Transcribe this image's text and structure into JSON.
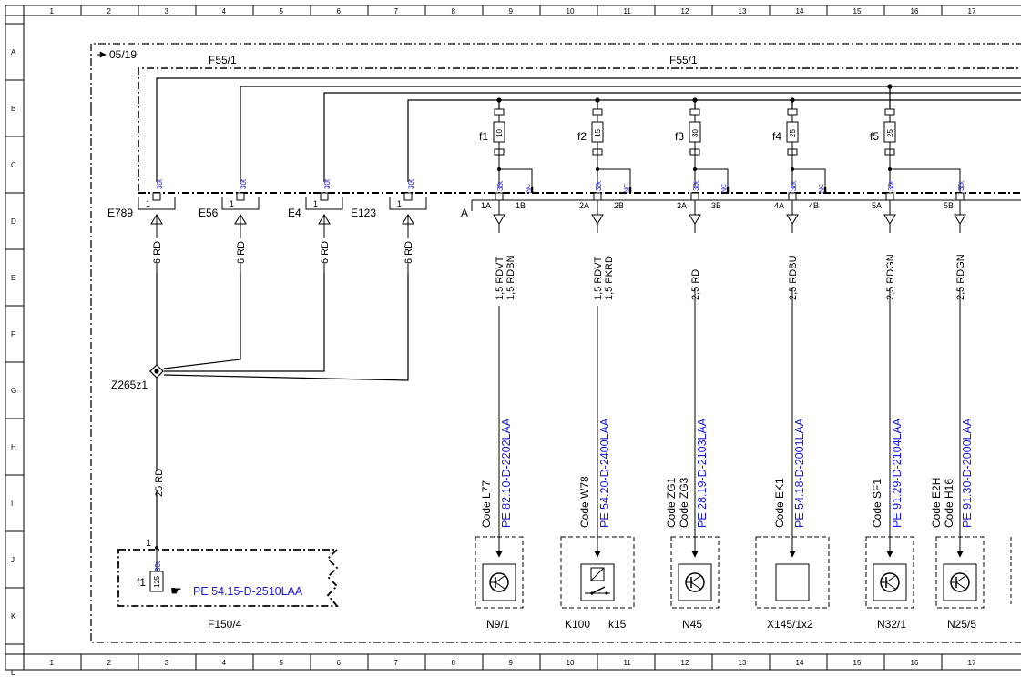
{
  "sheet": {
    "col_labels": [
      "1",
      "2",
      "3",
      "4",
      "5",
      "6",
      "7",
      "8",
      "9",
      "10",
      "11",
      "12",
      "13",
      "14",
      "15",
      "16",
      "17"
    ],
    "row_labels": [
      "A",
      "B",
      "C",
      "D",
      "E",
      "F",
      "G",
      "H",
      "I",
      "J",
      "K",
      "L"
    ]
  },
  "header": {
    "version": "05/19",
    "module_left": "F55/1",
    "module_center": "F55/1"
  },
  "left_connectors": [
    {
      "name": "E789",
      "pin": "1",
      "term": "30t",
      "wire": "6 RD"
    },
    {
      "name": "E56",
      "pin": "1",
      "term": "30t",
      "wire": "6 RD"
    },
    {
      "name": "E4",
      "pin": "1",
      "term": "30t",
      "wire": "6 RD"
    },
    {
      "name": "E123",
      "pin": "1",
      "term": "30t",
      "wire": "6 RD"
    }
  ],
  "splice": {
    "name": "Z265z1",
    "wire": "25 RD"
  },
  "bottom_fuse_box": {
    "pin": "1",
    "term": "30t",
    "fuse": "f1",
    "rating": "125",
    "link": "PE 54.15-D-2510LAA",
    "name": "F150/4"
  },
  "connector_a_label": "A",
  "fuses": [
    {
      "name": "f1",
      "rating": "10",
      "term": "30t",
      "nc": "NC",
      "pin_a": "1A",
      "pin_b": "1B"
    },
    {
      "name": "f2",
      "rating": "15",
      "term": "30t",
      "nc": "NC",
      "pin_a": "2A",
      "pin_b": "2B"
    },
    {
      "name": "f3",
      "rating": "30",
      "term": "30t",
      "nc": "NC",
      "pin_a": "3A",
      "pin_b": "3B"
    },
    {
      "name": "f4",
      "rating": "25",
      "term": "30t",
      "nc": "NC",
      "pin_a": "4A",
      "pin_b": "4B"
    },
    {
      "name": "f5",
      "rating": "25",
      "term": "30t",
      "pin_a": "5A",
      "pin_b": "5B"
    }
  ],
  "outputs": [
    {
      "wire1": "1,5 RDVT",
      "wire2": "1,5 RDBN",
      "code1": "Code L77",
      "code2": "",
      "link": "PE 82.10-D-2202LAA",
      "component": "N9/1",
      "symbol": "transistor-module-icon"
    },
    {
      "wire1": "1,5 RDVT",
      "wire2": "1,5 PKRD",
      "code1": "Code W78",
      "code2": "",
      "link": "PE 54.20-D-2400LAA",
      "component": "K100",
      "sub": "k15",
      "symbol": "relay-icon"
    },
    {
      "wire1": "2,5 RD",
      "wire2": "",
      "code1": "Code ZG1",
      "code2": "Code ZG3",
      "link": "PE 28.19-D-2103LAA",
      "component": "N45",
      "symbol": "transistor-module-icon"
    },
    {
      "wire1": "2,5 RDBU",
      "wire2": "",
      "code1": "Code EK1",
      "code2": "",
      "link": "PE 54.18-D-2001LAA",
      "component": "X145/1x2",
      "symbol": "connector-box-icon"
    },
    {
      "wire1": "2,5 RDGN",
      "wire2": "",
      "code1": "Code SF1",
      "code2": "",
      "link": "PE 91.29-D-2104LAA",
      "component": "N32/1",
      "symbol": "transistor-module-icon"
    },
    {
      "wire1": "2,5 RDGN",
      "wire2": "",
      "code1": "Code E2H",
      "code2": "Code H16",
      "link": "PE 91.30-D-2000LAA",
      "component": "N25/5",
      "symbol": "transistor-module-icon"
    }
  ]
}
